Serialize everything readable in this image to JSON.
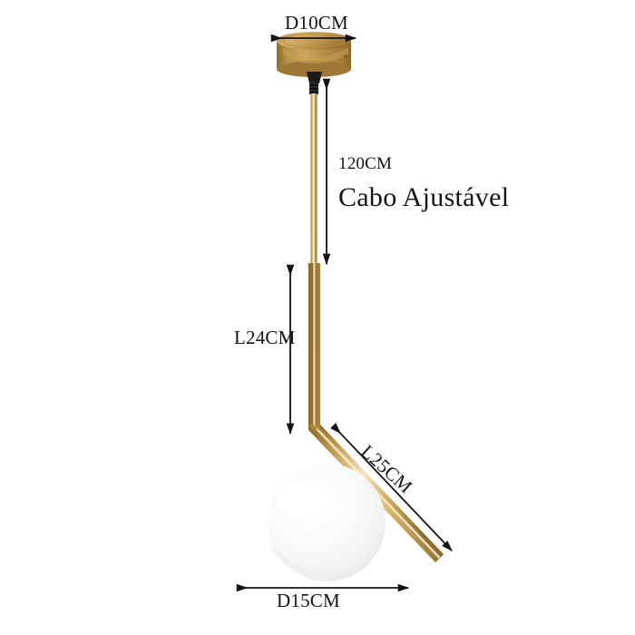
{
  "product": {
    "type": "pendant-lamp-dimension-diagram",
    "globe_color": "#fdfdfd",
    "metal_color": "#c79a49",
    "metal_dark": "#8a6a2c",
    "metal_light": "#f4e7c2",
    "line_color": "#141414",
    "background": "#ffffff"
  },
  "dimensions": {
    "canopy_diameter": "D10CM",
    "cable_length": "120CM",
    "cable_caption": "Cabo Ajustável",
    "vertical_arm": "L24CM",
    "diagonal_arm": "L25CM",
    "globe_diameter": "D15CM"
  },
  "parts": {
    "canopy": "ceiling-canopy",
    "connector": "cable-connector",
    "cable": "adjustable-cable",
    "vertical_rod": "vertical-gold-rod",
    "elbow": "rod-elbow",
    "diagonal_rod": "diagonal-gold-rod",
    "ring": "globe-mount-ring",
    "globe": "opal-glass-globe"
  }
}
